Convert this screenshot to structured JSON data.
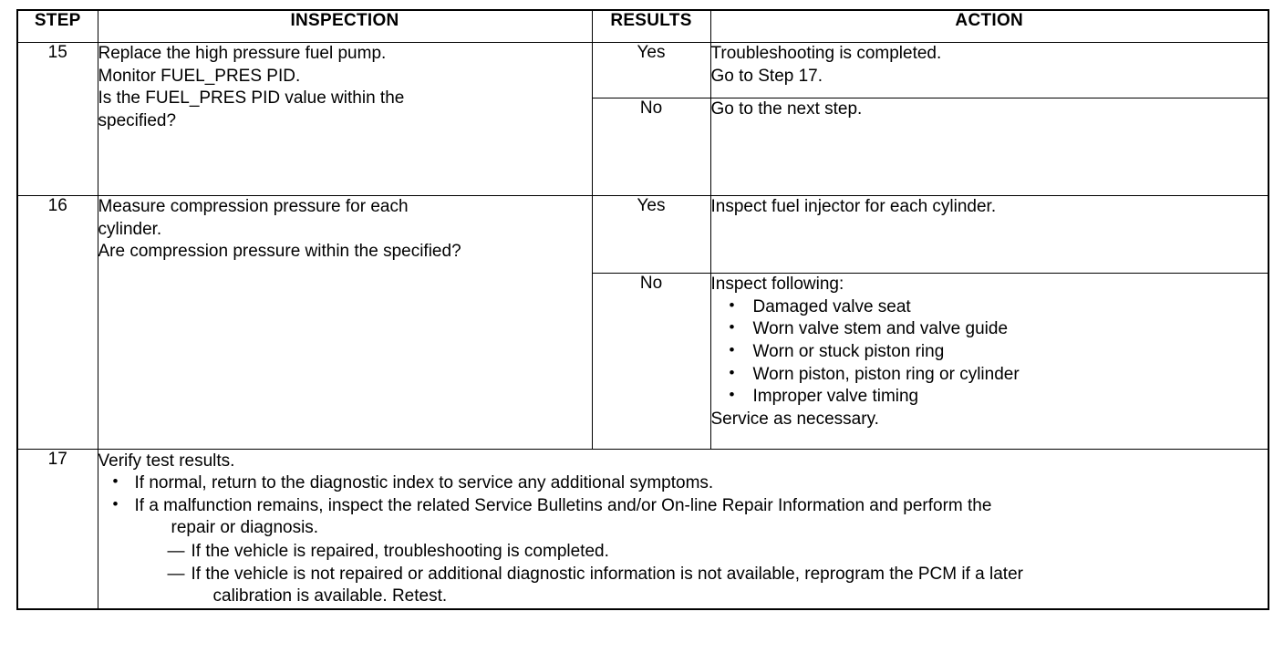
{
  "table": {
    "headers": {
      "step": "STEP",
      "inspection": "INSPECTION",
      "results": "RESULTS",
      "action": "ACTION"
    },
    "rows": [
      {
        "step": "15",
        "inspection": [
          "Replace the high pressure fuel pump.",
          "Monitor FUEL_PRES PID.",
          "Is the FUEL_PRES PID value within the",
          "specified?"
        ],
        "branches": [
          {
            "result": "Yes",
            "action": [
              "Troubleshooting is completed.",
              "Go to Step 17."
            ]
          },
          {
            "result": "No",
            "action": [
              "Go to the next step."
            ]
          }
        ]
      },
      {
        "step": "16",
        "inspection": [
          "Measure compression pressure for each",
          "cylinder.",
          "Are compression pressure within the specified?"
        ],
        "branches": [
          {
            "result": "Yes",
            "action": [
              "Inspect fuel injector for each cylinder."
            ]
          },
          {
            "result": "No",
            "action_lead": "Inspect following:",
            "action_bullets": [
              "Damaged valve seat",
              "Worn valve stem and valve guide",
              "Worn or stuck piston ring",
              "Worn piston, piston ring or cylinder",
              "Improper valve timing"
            ],
            "action_tail": "Service as necessary."
          }
        ]
      }
    ],
    "final_row": {
      "step": "17",
      "lead": "Verify test results.",
      "bullets": [
        {
          "text": "If normal, return to the diagnostic index to service any additional symptoms."
        },
        {
          "text": "If a malfunction remains, inspect the related Service Bulletins and/or On-line Repair Information and perform the",
          "continuation": "repair or diagnosis.",
          "subitems": [
            {
              "text": "If the vehicle is repaired, troubleshooting is completed."
            },
            {
              "text": "If the vehicle is not repaired or additional diagnostic information is not available, reprogram the PCM if a later",
              "continuation": "calibration is available. Retest."
            }
          ]
        }
      ]
    }
  }
}
